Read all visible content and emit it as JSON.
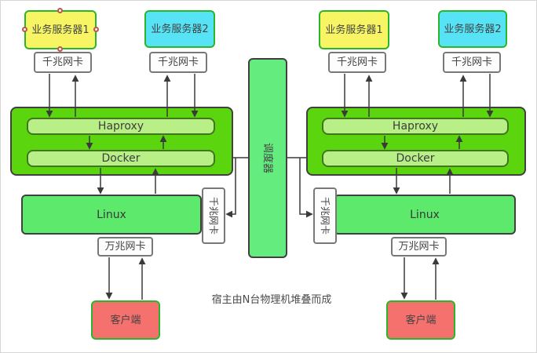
{
  "caption": "宿主由N台物理机堆叠而成",
  "scheduler": {
    "label": "调度器"
  },
  "left_host": {
    "server1": "业务服务器1",
    "server2": "业务服务器2",
    "nic1": "千兆网卡",
    "nic2": "千兆网卡",
    "haproxy": "Haproxy",
    "docker": "Docker",
    "linux": "Linux",
    "side_nic": "千兆网卡",
    "wan_nic": "万兆网卡",
    "client": "客户端"
  },
  "right_host": {
    "server1": "业务服务器1",
    "server2": "业务服务器2",
    "nic1": "千兆网卡",
    "nic2": "千兆网卡",
    "haproxy": "Haproxy",
    "docker": "Docker",
    "linux": "Linux",
    "side_nic": "千兆网卡",
    "wan_nic": "万兆网卡",
    "client": "客户端"
  },
  "colors": {
    "canvas-bg": "#ffffff",
    "yellow": "#f8f565",
    "cyan": "#55e3f5",
    "container-green": "#5bd60e",
    "inner-green": "#b8ef87",
    "green-node": "#5dea6c",
    "scheduler-green": "#64ed7e",
    "red": "#f5716d",
    "white-node": "#fdfdfd",
    "green-border": "#2bb52b",
    "dark-border": "#404040",
    "gray-border": "#787878",
    "inner-border": "#41761f",
    "line": "#3a3a3a",
    "text": "#434343",
    "handle-border": "#bf544d",
    "handle-fill": "#ffffff"
  }
}
